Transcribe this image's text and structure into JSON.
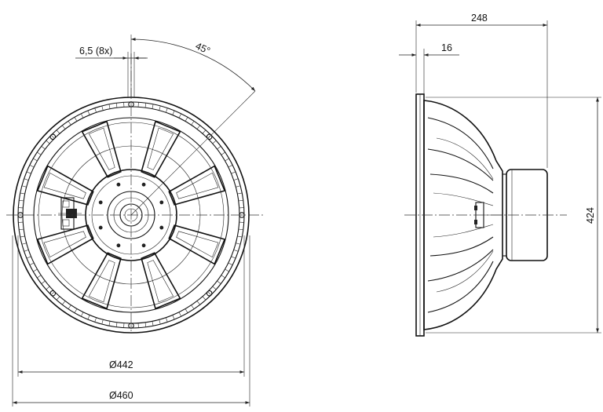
{
  "front_view": {
    "dim_hole": "6,5 (8x)",
    "dim_angle": "45°",
    "dim_inner_diameter": "Ø442",
    "dim_outer_diameter": "Ø460"
  },
  "side_view": {
    "dim_depth": "248",
    "dim_flange": "16",
    "dim_height": "424"
  }
}
